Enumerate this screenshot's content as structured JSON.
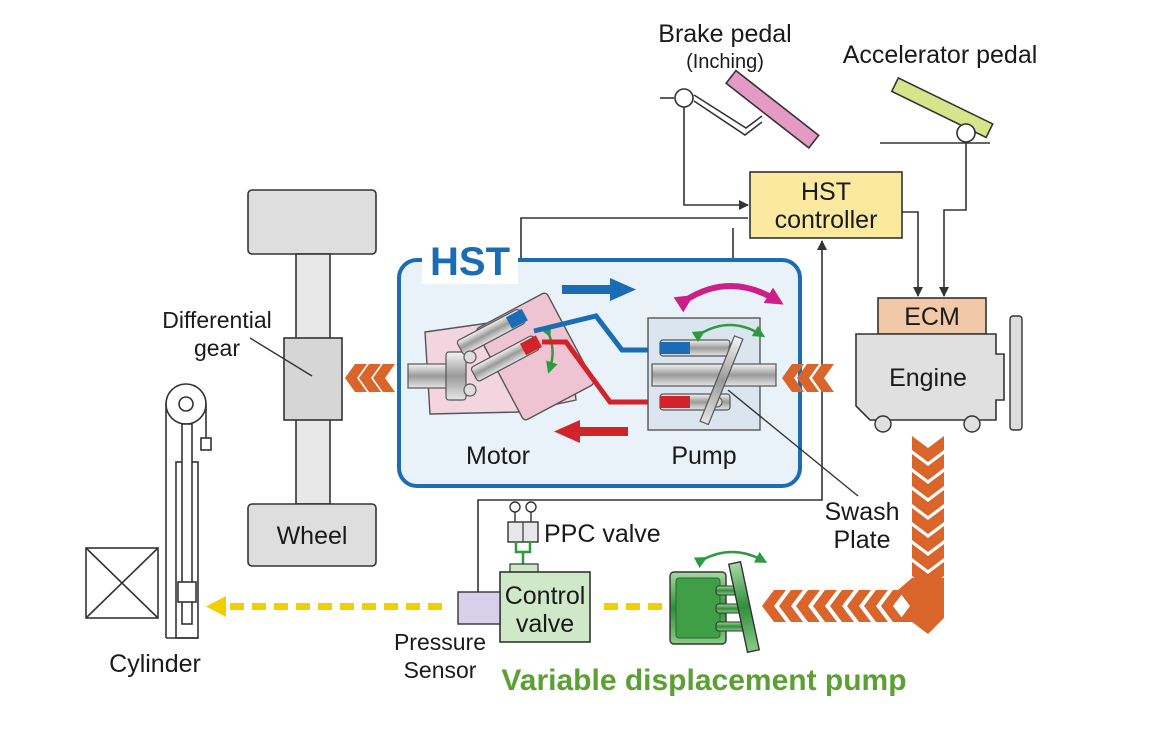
{
  "labels": {
    "brake_pedal": "Brake pedal",
    "inching": "(Inching)",
    "accelerator_pedal": "Accelerator pedal",
    "hst_controller_line1": "HST",
    "hst_controller_line2": "controller",
    "hst_title": "HST",
    "ecm": "ECM",
    "engine": "Engine",
    "differential_line1": "Differential",
    "differential_line2": "gear",
    "motor": "Motor",
    "pump": "Pump",
    "swash_line1": "Swash",
    "swash_line2": "Plate",
    "wheel": "Wheel",
    "ppc_valve": "PPC valve",
    "control_valve_line1": "Control",
    "control_valve_line2": "valve",
    "pressure_sensor_line1": "Pressure",
    "pressure_sensor_line2": "Sensor",
    "cylinder": "Cylinder",
    "variable_pump": "Variable displacement pump"
  },
  "colors": {
    "hst_frame": "#1a6db5",
    "hst_title": "#1a6db5",
    "controller_fill": "#fbe9a0",
    "ecm_fill": "#f2c9a8",
    "engine_fill": "#e0e0e0",
    "power_flow": "#d9652b",
    "hydraulic_flow": "#f2cf00",
    "variable_pump_text": "#5aa033",
    "pump_body": "#3f9e46",
    "brake_pedal": "#e59ac6",
    "accelerator_pedal": "#d6e58a",
    "oil_high": "#d2222a",
    "oil_low": "#1a6db5",
    "swash_arc": "#cc1f8a",
    "tilt_arrow": "#2e9a3f"
  }
}
